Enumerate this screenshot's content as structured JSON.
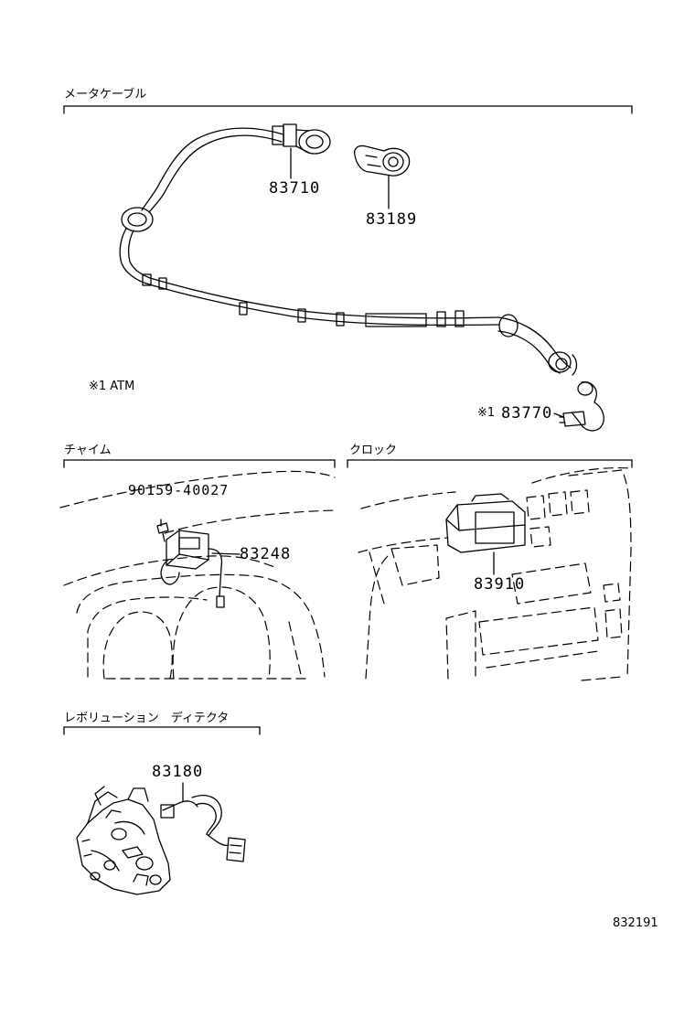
{
  "sections": {
    "meter_cable": {
      "title": "メータケーブル"
    },
    "chime": {
      "title": "チャイム"
    },
    "clock": {
      "title": "クロック"
    },
    "revolution_detector": {
      "title": "レボリューション　ディテクタ"
    }
  },
  "parts": {
    "p83710": "83710",
    "p83189": "83189",
    "p83770": "83770",
    "p90159": "90159-40027",
    "p83248": "83248",
    "p83910": "83910",
    "p83180": "83180"
  },
  "notes": {
    "atm_note": "※1 ATM",
    "mark_1": "※1"
  },
  "figure_id": "832191"
}
